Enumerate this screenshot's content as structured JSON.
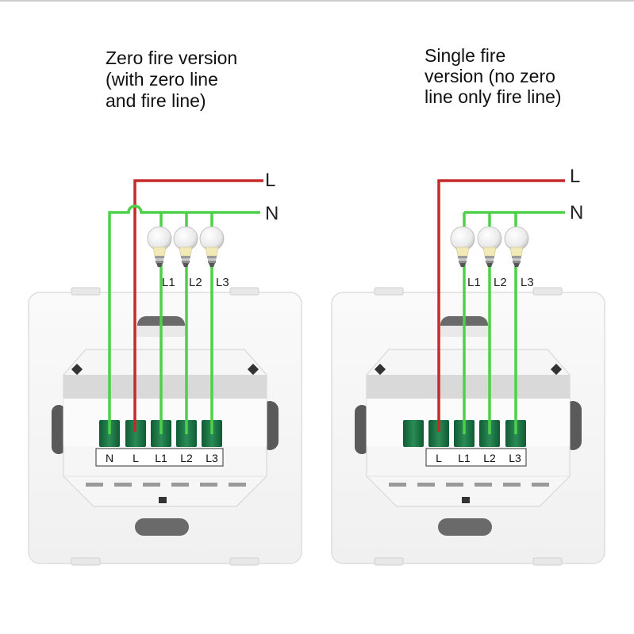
{
  "colors": {
    "live": "#c42a2a",
    "neutral": "#4fd04a",
    "terminal": "#1f7a4a"
  },
  "left": {
    "title": "Zero fire version\n(with zero line\nand fire line)",
    "wire_L": "L",
    "wire_N": "N",
    "bulbs": [
      "L1",
      "L2",
      "L3"
    ],
    "terminals": [
      "N",
      "L",
      "L1",
      "L2",
      "L3"
    ]
  },
  "right": {
    "title": "Single fire\nversion (no zero\nline only fire line)",
    "wire_L": "L",
    "wire_N": "N",
    "bulbs": [
      "L1",
      "L2",
      "L3"
    ],
    "terminals": [
      "L",
      "L1",
      "L2",
      "L3"
    ]
  }
}
